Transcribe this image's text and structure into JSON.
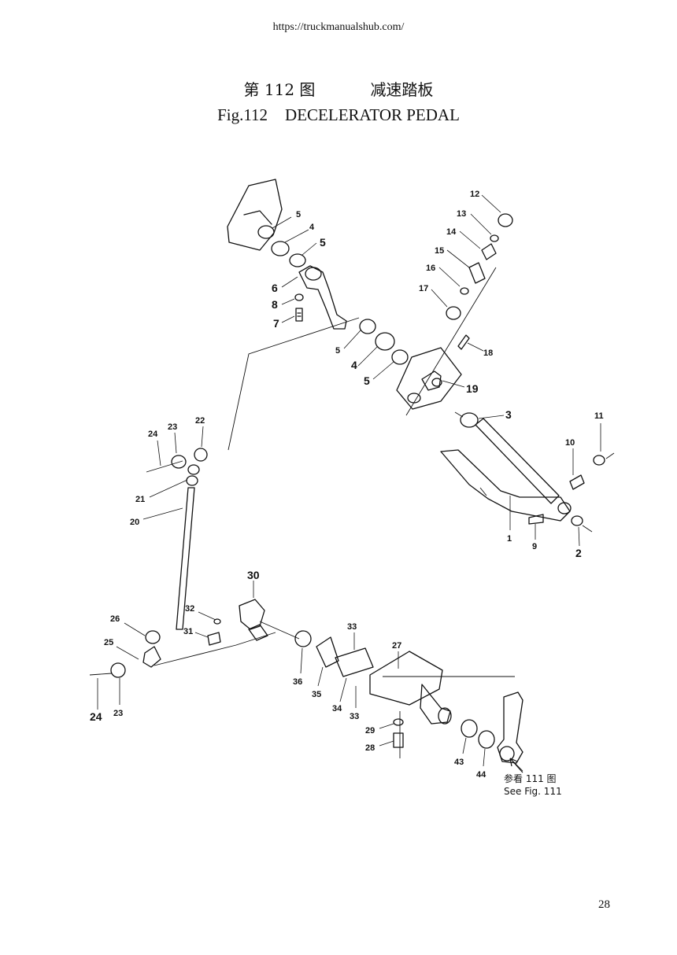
{
  "header": {
    "url": "https://truckmanualshub.com/",
    "title_cn_fig": "第 112 图",
    "title_cn_name": "减速踏板",
    "title_en_fig": "Fig.112",
    "title_en_name": "DECELERATOR PEDAL"
  },
  "diagram": {
    "labels": [
      "1",
      "2",
      "3",
      "4",
      "5",
      "5",
      "4",
      "5",
      "5",
      "6",
      "7",
      "8",
      "9",
      "10",
      "11",
      "12",
      "13",
      "14",
      "15",
      "16",
      "17",
      "18",
      "19",
      "20",
      "21",
      "22",
      "23",
      "24",
      "23",
      "24",
      "25",
      "26",
      "27",
      "28",
      "29",
      "30",
      "31",
      "32",
      "33",
      "33",
      "34",
      "35",
      "36",
      "43",
      "44"
    ],
    "reference_cn": "参看 111 图",
    "reference_en": "See Fig. 111"
  },
  "footer": {
    "page_number": "28"
  }
}
